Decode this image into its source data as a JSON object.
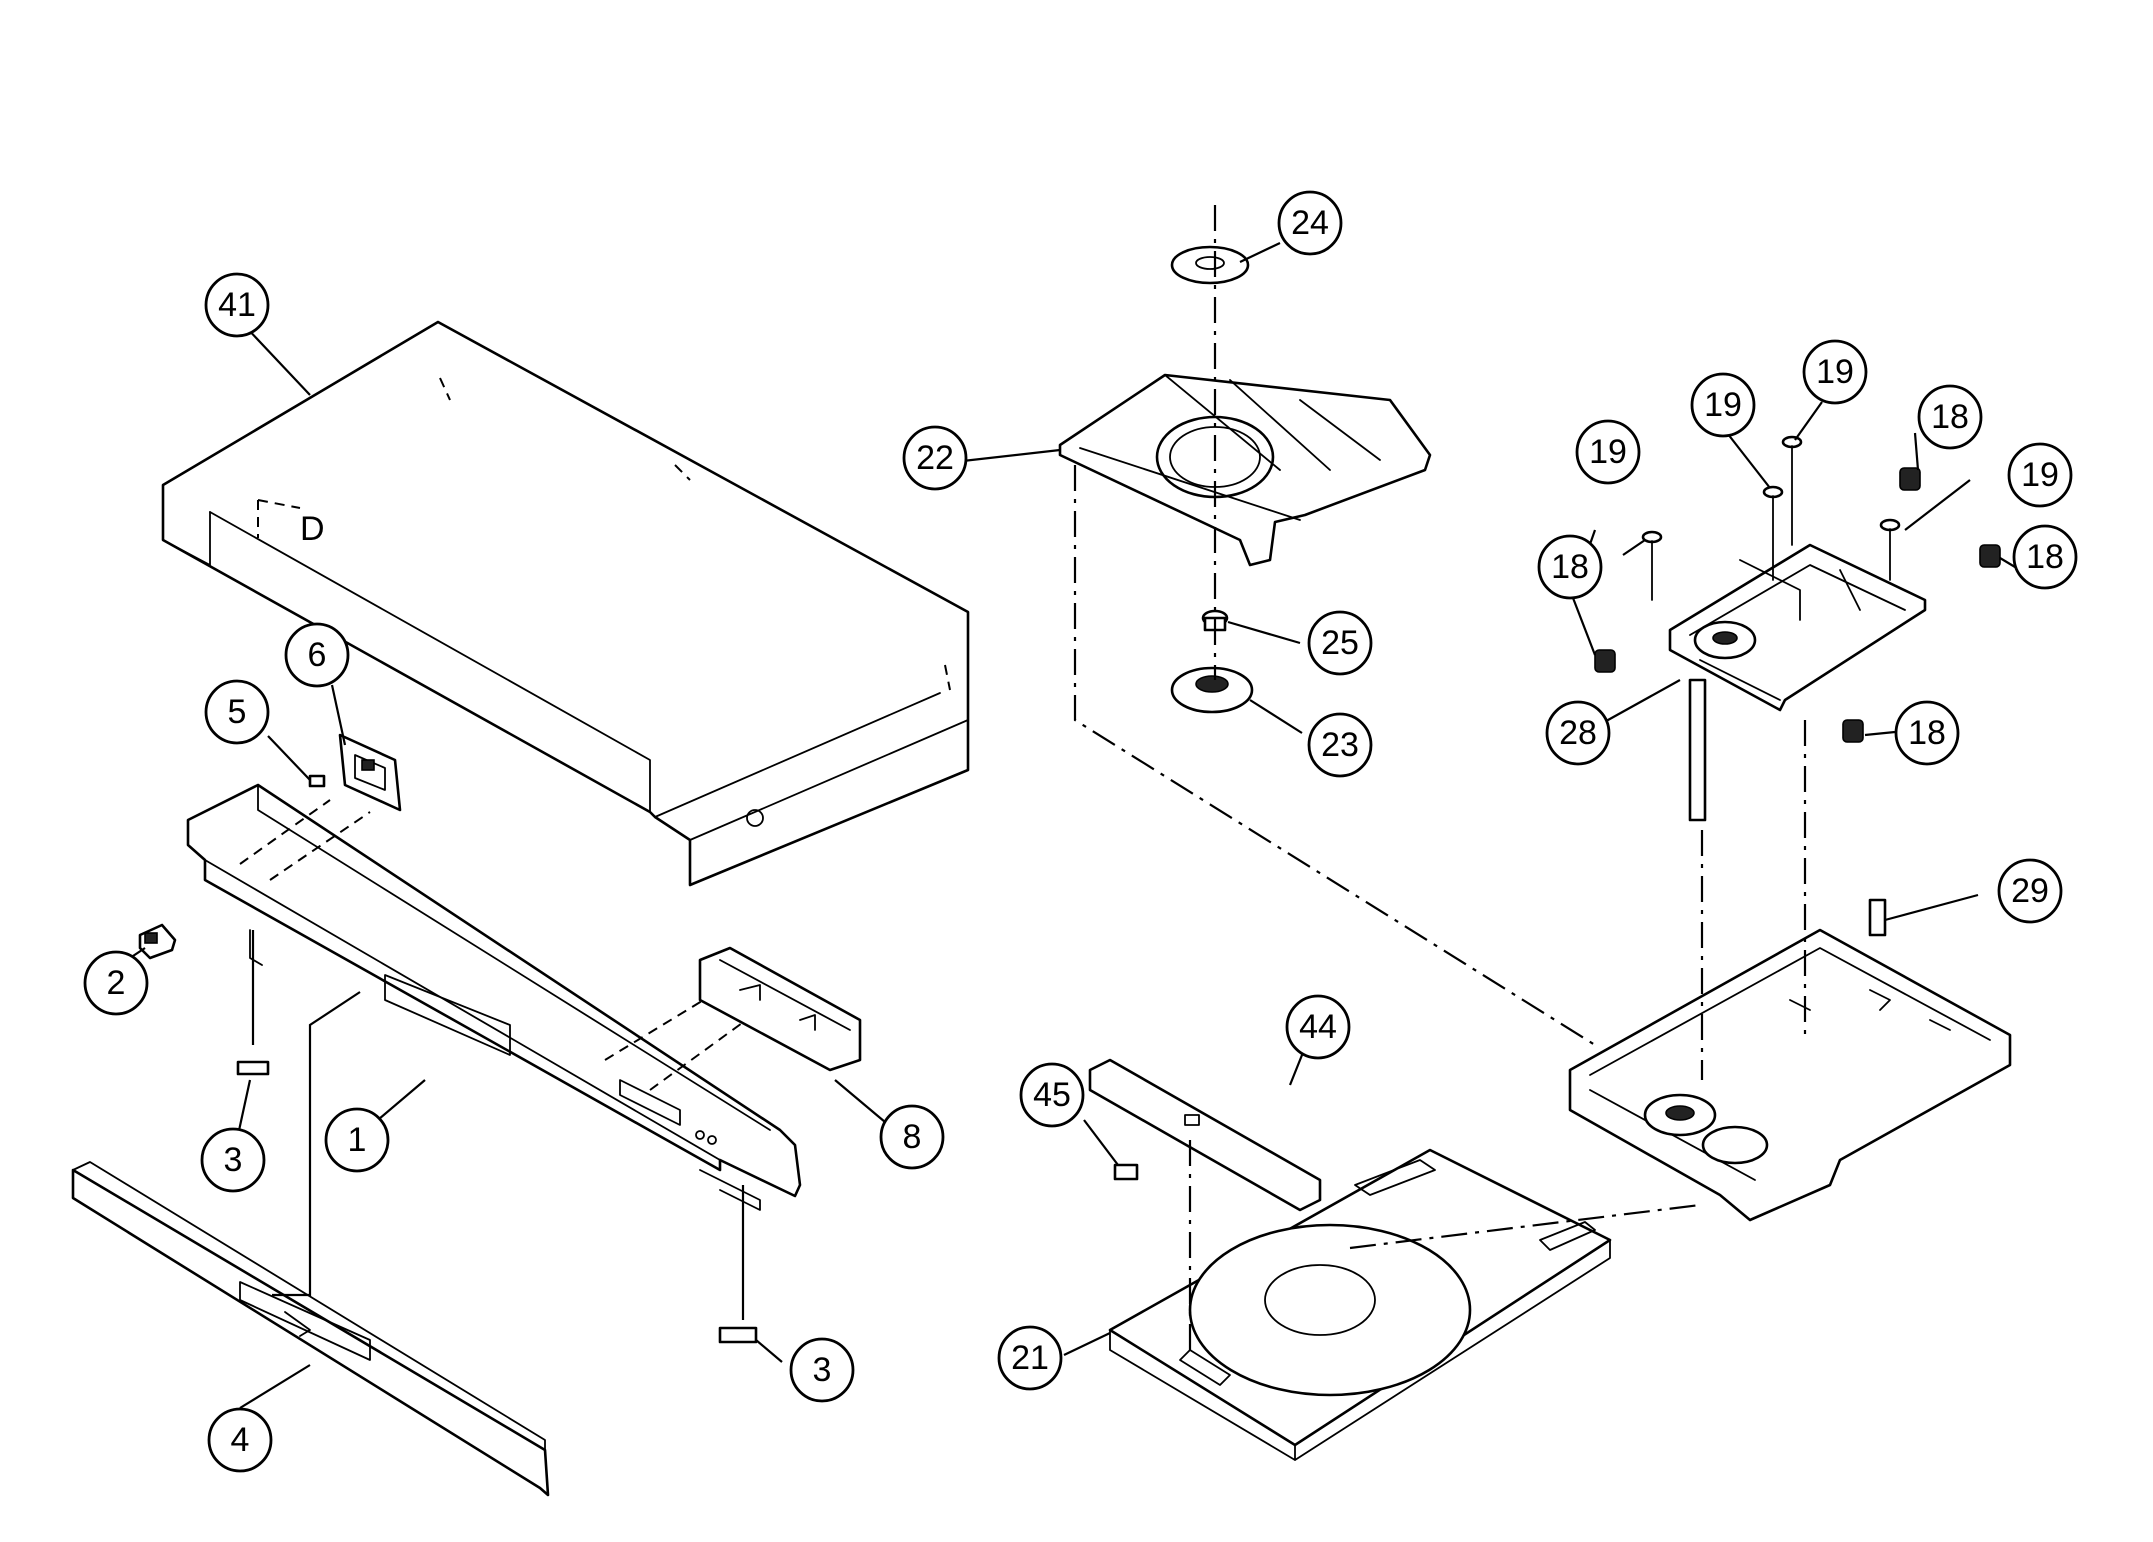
{
  "callouts": {
    "c1": "1",
    "c2": "2",
    "c3a": "3",
    "c3b": "3",
    "c4": "4",
    "c5": "5",
    "c6": "6",
    "c8": "8",
    "c18a": "18",
    "c18b": "18",
    "c18c": "18",
    "c18d": "18",
    "c19a": "19",
    "c19b": "19",
    "c19c": "19",
    "c19d": "19",
    "c21": "21",
    "c22": "22",
    "c23": "23",
    "c24": "24",
    "c25": "25",
    "c28": "28",
    "c29": "29",
    "c41": "41",
    "c44": "44",
    "c45": "45"
  },
  "labels": {
    "d_marker": "D"
  }
}
